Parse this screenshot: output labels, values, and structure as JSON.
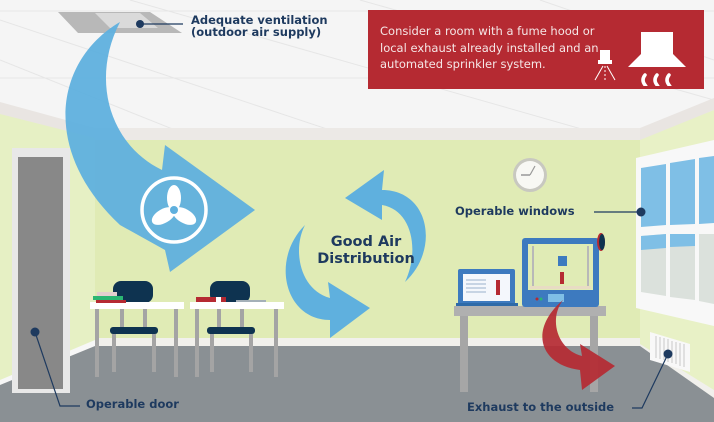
{
  "labels": {
    "ventilation": [
      "Adequate ventilation",
      "(outdoor air supply)"
    ],
    "windows": "Operable windows",
    "door": "Operable door",
    "exhaust": "Exhaust to the outside",
    "distribution": [
      "Good Air",
      "Distribution"
    ]
  },
  "callout": {
    "text": "Consider a room with a fume hood or local exhaust already installed and an automated sprinkler system.",
    "icons": [
      "sprinkler-icon",
      "fume-hood-icon",
      "heat-waves-icon"
    ]
  },
  "icons": {
    "fan": "fan-icon",
    "clock": "clock-icon",
    "laptop": "laptop-icon",
    "printer": "3d-printer-icon"
  },
  "colors": {
    "ceiling": "#f5f5f5",
    "wall": "#e0ebb5",
    "floor": "#8a9094",
    "air_flow": "#5fb0de",
    "exhaust_flow": "#b52a32",
    "callout_bg": "#b52a32",
    "text_navy": "#1e3a5f",
    "chair_navy": "#0e3350"
  }
}
